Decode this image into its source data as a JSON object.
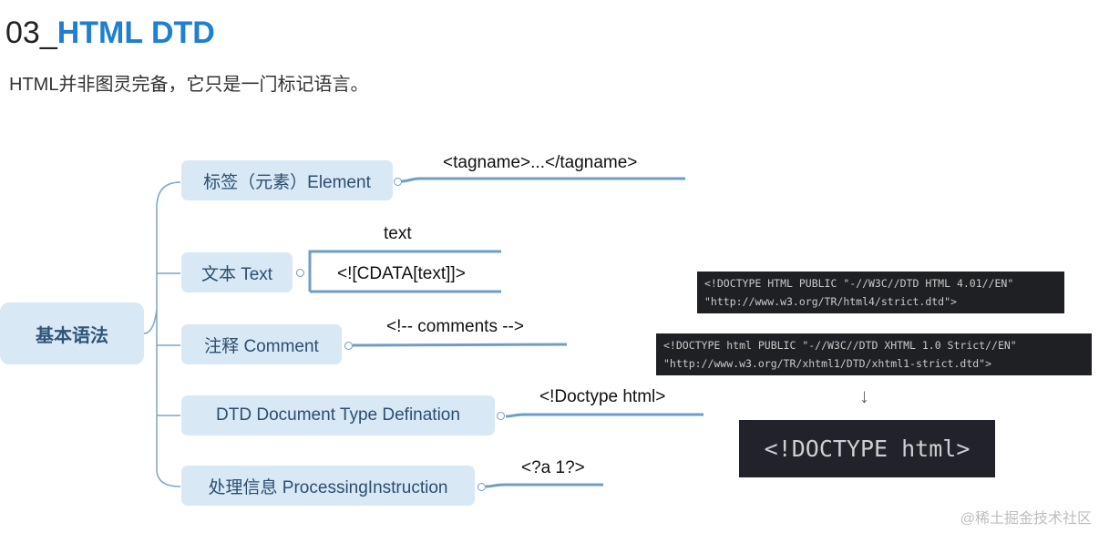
{
  "header": {
    "number": "03_",
    "title": "HTML DTD",
    "subtitle": "HTML并非图灵完备，它只是一门标记语言。"
  },
  "mindmap": {
    "root": "基本语法",
    "branches": [
      {
        "label": "标签（元素）Element",
        "leaves": [
          "<tagname>...</tagname>"
        ]
      },
      {
        "label": "文本 Text",
        "leaves": [
          "text",
          "<![CDATA[text]]>"
        ]
      },
      {
        "label": "注释 Comment",
        "leaves": [
          "<!-- comments -->"
        ]
      },
      {
        "label": "DTD Document Type Defination",
        "leaves": [
          "<!Doctype html>"
        ]
      },
      {
        "label": "处理信息 ProcessingInstruction",
        "leaves": [
          "<?a 1?>"
        ]
      }
    ]
  },
  "code_samples": {
    "html4": "<!DOCTYPE HTML PUBLIC \"-//W3C//DTD HTML 4.01//EN\"\n\"http://www.w3.org/TR/html4/strict.dtd\">",
    "xhtml": "<!DOCTYPE html PUBLIC \"-//W3C//DTD XHTML 1.0 Strict//EN\"\n\"http://www.w3.org/TR/xhtml1/DTD/xhtml1-strict.dtd\">",
    "arrow": "↓",
    "html5": "<!DOCTYPE html>"
  },
  "watermark": "@稀土掘金技术社区",
  "colors": {
    "accent": "#1f7fd0",
    "node_bg": "#d8e8f5",
    "link": "#6f9ec4",
    "code_bg": "#1f2023"
  }
}
